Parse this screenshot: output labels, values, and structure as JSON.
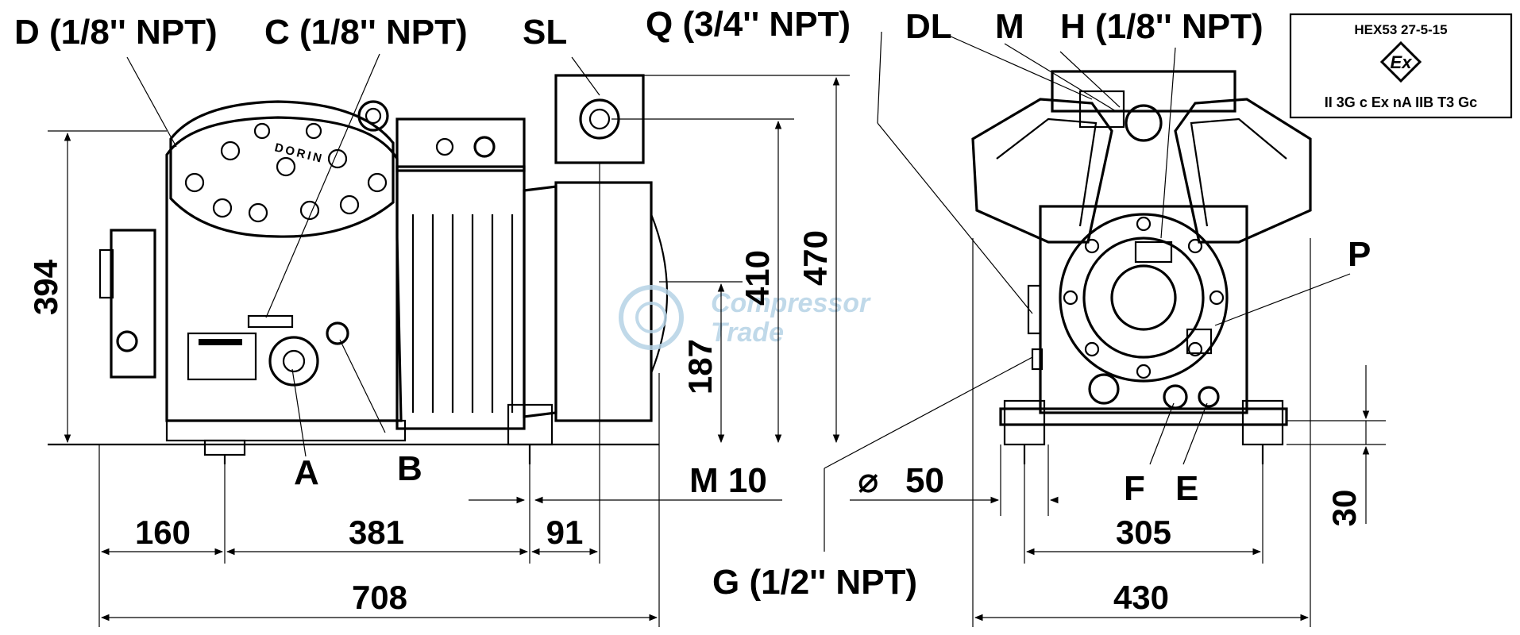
{
  "labels": {
    "d": "D (1/8'' NPT)",
    "c": "C (1/8'' NPT)",
    "sl": "SL",
    "q": "Q (3/4'' NPT)",
    "dl": "DL",
    "m": "M",
    "h": "H (1/8'' NPT)",
    "p": "P",
    "a": "A",
    "b": "B",
    "f": "F",
    "e": "E",
    "g": "G (1/2'' NPT)",
    "m10": "M 10",
    "diameter_symbol": "⌀",
    "diameter_value": "50"
  },
  "dimensions": {
    "d394": "394",
    "d410": "410",
    "d470": "470",
    "d187": "187",
    "d160": "160",
    "d381": "381",
    "d91": "91",
    "d708": "708",
    "d305": "305",
    "d430": "430",
    "d30": "30"
  },
  "ex_box": {
    "code": "HEX53 27-5-15",
    "symbol": "Ex",
    "marking": "II 3G c Ex nA IIB T3 Gc"
  },
  "casting": {
    "brand": "DORIN"
  },
  "watermark": {
    "line1": "Compressor",
    "line2": "Trade",
    "color": "#b6d3e6"
  }
}
